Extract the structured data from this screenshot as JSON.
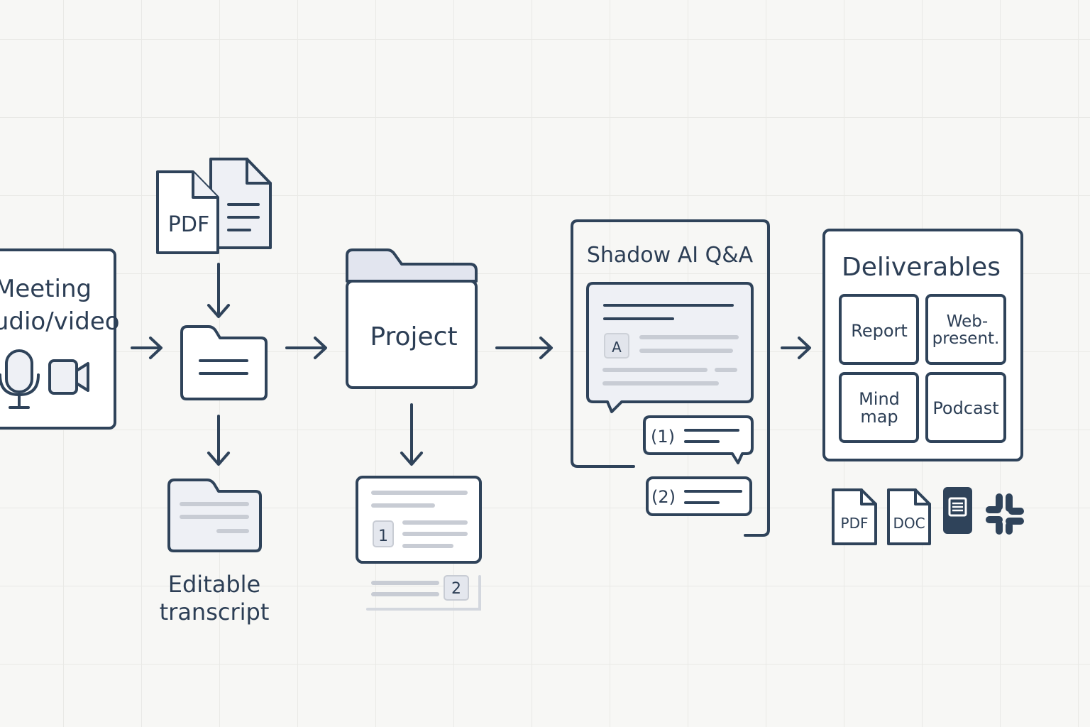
{
  "nodes": {
    "meeting": {
      "line1": "Meeting",
      "line2": "audio/video"
    },
    "pdf_doc": {
      "label": "PDF"
    },
    "transcript": {
      "line1": "Editable",
      "line2": "transcript"
    },
    "project": {
      "label": "Project"
    },
    "citation_1": {
      "label": "1"
    },
    "citation_2": {
      "label": "2"
    },
    "qa": {
      "title": "Shadow AI Q&A",
      "answer_badge": "A",
      "ref_1": "(1)",
      "ref_2": "(2)"
    },
    "deliverables": {
      "title": "Deliverables",
      "tiles": {
        "report": "Report",
        "web_line1": "Web-",
        "web_line2": "present.",
        "mind_line1": "Mind",
        "mind_line2": "map",
        "podcast": "Podcast"
      },
      "exports": {
        "pdf": "PDF",
        "doc": "DOC"
      },
      "export_icons": [
        "pdf-file-icon",
        "doc-file-icon",
        "google-docs-icon",
        "slack-icon"
      ]
    }
  },
  "colors": {
    "stroke": "#2f435a",
    "text": "#2c3e55",
    "fill_light": "#eef0f5",
    "line_gray": "#c8ccd4",
    "background": "#f7f7f5",
    "grid": "#e9e9e6"
  }
}
